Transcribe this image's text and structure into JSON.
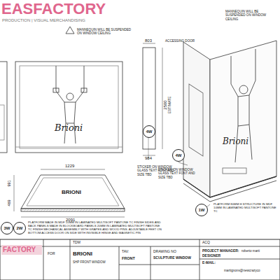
{
  "diagram": {
    "nodes": [
      {
        "text": [
          "4W"
        ]
      },
      {
        "text": [
          "4W"
        ]
      },
      {
        "text": [
          "1W"
        ]
      },
      {
        "text": [
          "3W"
        ]
      },
      {
        "text": [
          "2W"
        ]
      }
    ],
    "labels": [
      "EASFACTORY",
      "PRODUCTION | VISUAL MERCHANDISING",
      "MANNEQUIN WILL BE SUSPENDED ON WINDOW CEILING",
      "803",
      "ESTIMATE",
      "2500",
      "984",
      "STICKER ON WINDOW GLASS TEXT FONT AND SIZE TBD",
      "Brioni",
      "1229",
      "2091",
      "991",
      "469",
      "BRIONI",
      "PLATFORM MADE IN MDF 10MM IN LAMINATED MULTISOFT PANTONE TC FINISH SIDES AND BACK PANELS MADE IN BLOCKBOARD PANELS 20MM IN LAMINATED MULTISOFT PANTONE TC FINISH MECHANICAL ASSEMBLY WITH GRAPES AND WOOD PINS. ADJUSTABLE FEET ON BOTTOM ACCESS DOOR ON SIDE WITH INVISIBLE HINGE AND MAGNETIC PIN",
      "ACCESSING DOOR",
      "MANNEQUIN WILL BE SUSPENDED ON WINDOW CEILING",
      "Brioni",
      "STICKER ON WINDOW GLASS TEXT FONT AND SIZE TBD",
      "PLATFORM 80MM H STRUCTURE IN MDF 10MM IN LAMINATED MULTISOFT PANTONE TC",
      "FACTORY",
      "FOR",
      "TDM",
      "BRIONI",
      "SHP FRONT WINDOW",
      "TAV:",
      "FRONT",
      "DRAWING NO",
      "SCULPTURE WINDOW",
      "ACQ",
      "PROJECT MANAGER:",
      "DESIGNER",
      "roberto marti",
      "E-MAIL:",
      "martignons@newcrazyco"
    ]
  }
}
